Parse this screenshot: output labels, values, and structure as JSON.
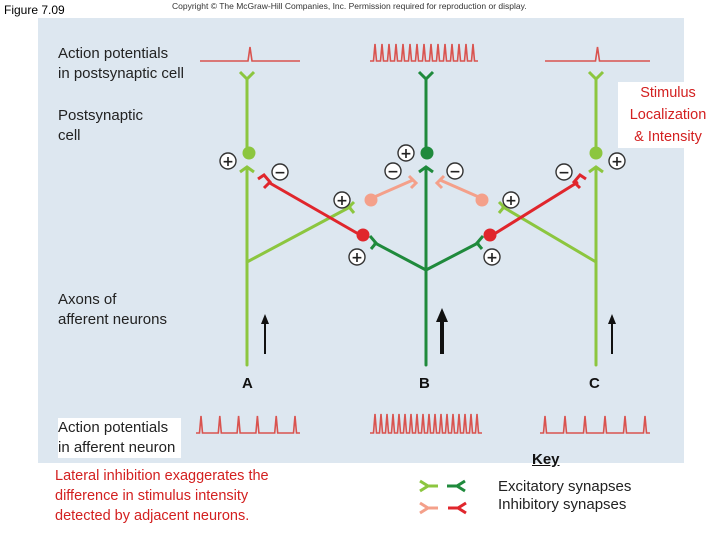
{
  "header": {
    "figure_label": "Figure 7.09",
    "copyright": "Copyright © The McGraw-Hill Companies, Inc. Permission required for reproduction or display."
  },
  "labels": {
    "ap_postsynaptic": "Action potentials\nin postsynaptic cell",
    "postsynaptic_cell": "Postsynaptic\ncell",
    "axons": "Axons of\nafferent neurons",
    "ap_afferent": "Action potentials\nin afferent neuron",
    "stimulus": "Stimulus\nLocalization\n& Intensity",
    "signs": {
      "plus": "+",
      "minus": "−"
    }
  },
  "neurons": {
    "a": "A",
    "b": "B",
    "c": "C"
  },
  "caption": "Lateral inhibition exaggerates the\ndifference in stimulus intensity\ndetected by adjacent neurons.",
  "key": {
    "title": "Key",
    "excitatory": "Excitatory synapses",
    "inhibitory": "Inhibitory synapses"
  },
  "colors": {
    "light_green": "#8cc63f",
    "dark_green": "#1f8a3c",
    "red": "#e0262c",
    "salmon": "#f4a08a",
    "trace": "#d9534f",
    "panel": "#dde7f0"
  },
  "traces": {
    "postsynaptic_spikes": {
      "a": 1,
      "b": 15,
      "c": 1
    },
    "afferent_spikes": {
      "a": 6,
      "b": 18,
      "c": 6
    }
  }
}
